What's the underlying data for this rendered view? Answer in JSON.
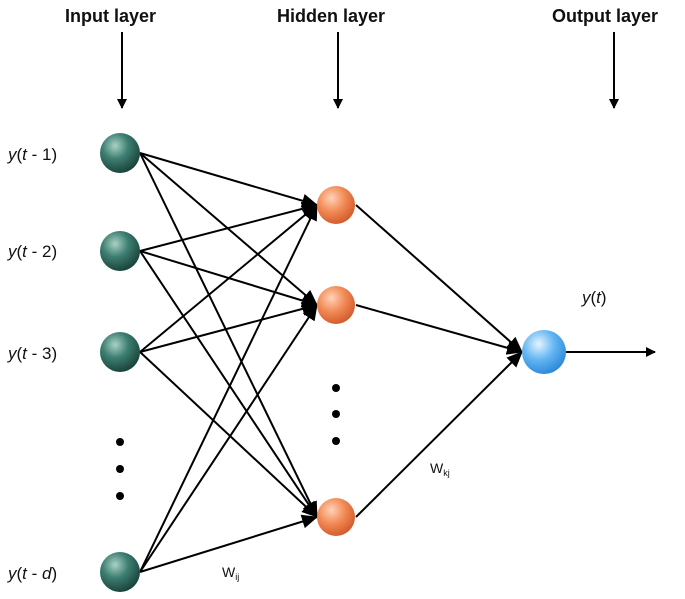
{
  "titles": {
    "input": "Input layer",
    "hidden": "Hidden layer",
    "output": "Output layer"
  },
  "input_labels": [
    {
      "prefix": "y(",
      "var": "t",
      "suffix": " - 1)"
    },
    {
      "prefix": "y(",
      "var": "t",
      "suffix": " - 2)"
    },
    {
      "prefix": "y(",
      "var": "t",
      "suffix": " - 3)"
    },
    {
      "prefix": "y(",
      "var": "t",
      "suffix": " - ",
      "var2": "d",
      "suffix2": ")"
    }
  ],
  "output_label": {
    "prefix": "y(",
    "var": "t",
    "suffix": ")"
  },
  "weights": {
    "input_hidden": {
      "main": "W",
      "sub": "ij"
    },
    "hidden_output": {
      "main": "W",
      "sub": "kj"
    }
  },
  "colors": {
    "input_node": "#2f6f63",
    "hidden_node": "#ee7a45",
    "output_node": "#4ea8ee",
    "line": "#000000"
  }
}
